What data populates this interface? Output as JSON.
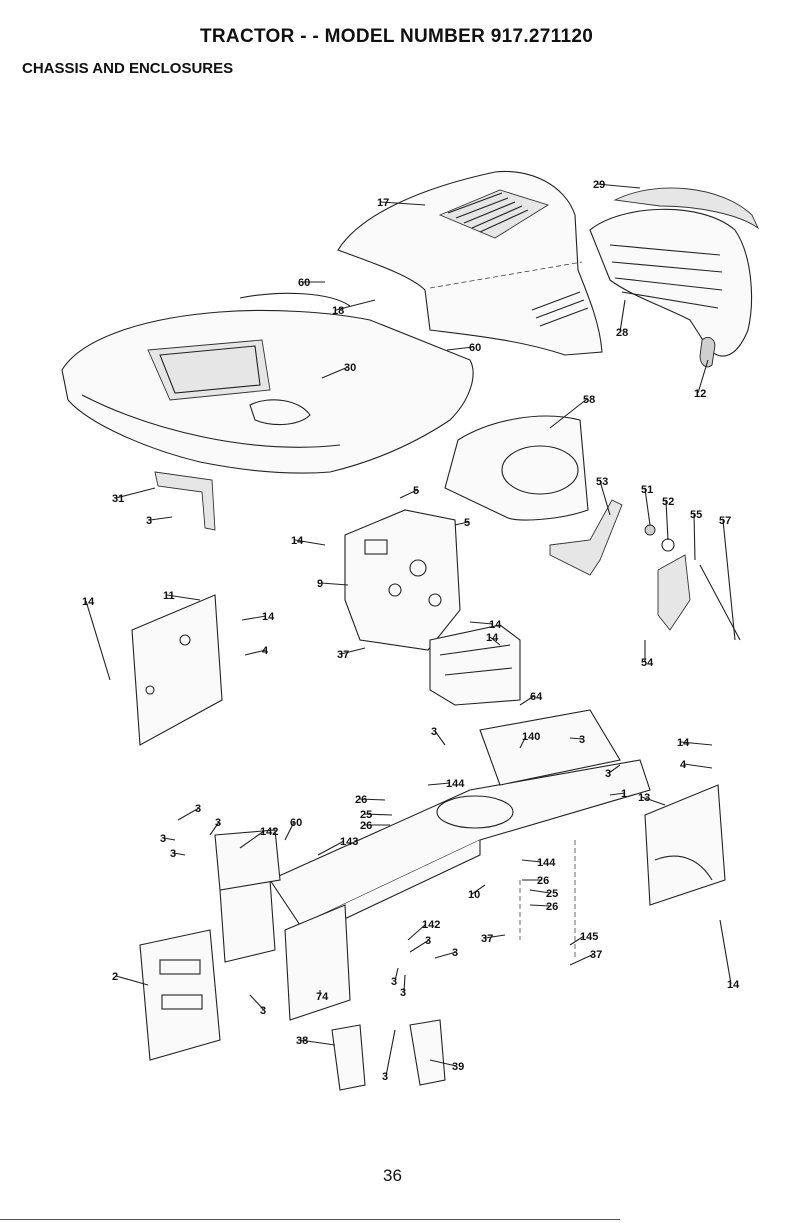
{
  "page": {
    "title": "TRACTOR - - MODEL NUMBER 917.271120",
    "section": "CHASSIS AND ENCLOSURES",
    "page_number": "36"
  },
  "callouts": [
    {
      "id": "hood",
      "label": "17"
    },
    {
      "id": "grille-top",
      "label": "29"
    },
    {
      "id": "bolt-hood",
      "label": "60"
    },
    {
      "id": "hood-bracket",
      "label": "18"
    },
    {
      "id": "grille-housing",
      "label": "28"
    },
    {
      "id": "bolt-fender",
      "label": "60"
    },
    {
      "id": "fender-pan",
      "label": "30"
    },
    {
      "id": "grille-clip",
      "label": "12"
    },
    {
      "id": "engine-cover",
      "label": "58"
    },
    {
      "id": "seat-bracket",
      "label": "31"
    },
    {
      "id": "bolt-seat-bracket",
      "label": "3"
    },
    {
      "id": "nut-dash-a",
      "label": "5"
    },
    {
      "id": "nut-dash-b",
      "label": "5"
    },
    {
      "id": "pivot-arm",
      "label": "53"
    },
    {
      "id": "nut-51",
      "label": "51"
    },
    {
      "id": "washer-52",
      "label": "52"
    },
    {
      "id": "spacer-55",
      "label": "55"
    },
    {
      "id": "bolt-57",
      "label": "57"
    },
    {
      "id": "bolt-dash",
      "label": "14"
    },
    {
      "id": "dash-panel",
      "label": "9"
    },
    {
      "id": "bolts-left-plate",
      "label": "14"
    },
    {
      "id": "left-plate",
      "label": "11"
    },
    {
      "id": "bolt-left-plate",
      "label": "14"
    },
    {
      "id": "washer-left-plate",
      "label": "4"
    },
    {
      "id": "bolt-dash-lower",
      "label": "14"
    },
    {
      "id": "bolt-dash-lower-b",
      "label": "14"
    },
    {
      "id": "rod-37-upper",
      "label": "37"
    },
    {
      "id": "lever-54",
      "label": "54"
    },
    {
      "id": "battery-box",
      "label": "64"
    },
    {
      "id": "bolt-frame-a",
      "label": "3"
    },
    {
      "id": "bolt-140",
      "label": "140"
    },
    {
      "id": "bolt-frame-b",
      "label": "3"
    },
    {
      "id": "bolt-right-plate",
      "label": "14"
    },
    {
      "id": "washer-right-plate",
      "label": "4"
    },
    {
      "id": "bolt-144",
      "label": "144"
    },
    {
      "id": "washer-26-a",
      "label": "26"
    },
    {
      "id": "right-plate-13",
      "label": "13"
    },
    {
      "id": "bracket-1",
      "label": "1"
    },
    {
      "id": "bolt-frame-c",
      "label": "3"
    },
    {
      "id": "washer-25-a",
      "label": "25"
    },
    {
      "id": "washer-26-b",
      "label": "26"
    },
    {
      "id": "bolt-front-a",
      "label": "3"
    },
    {
      "id": "bolt-front-b",
      "label": "3"
    },
    {
      "id": "bolt-front-c",
      "label": "3"
    },
    {
      "id": "bolt-front-d",
      "label": "3"
    },
    {
      "id": "bolt-60-front",
      "label": "60"
    },
    {
      "id": "bolt-142-front",
      "label": "142"
    },
    {
      "id": "bracket-143",
      "label": "143"
    },
    {
      "id": "bolt-144-right",
      "label": "144"
    },
    {
      "id": "washer-26-c",
      "label": "26"
    },
    {
      "id": "washer-25-b",
      "label": "25"
    },
    {
      "id": "washer-26-d",
      "label": "26"
    },
    {
      "id": "bolt-10",
      "label": "10"
    },
    {
      "id": "bolt-142-mid",
      "label": "142"
    },
    {
      "id": "bolt-3-mid",
      "label": "3"
    },
    {
      "id": "bolt-3-mid-b",
      "label": "3"
    },
    {
      "id": "bolt-37-right",
      "label": "37"
    },
    {
      "id": "bolt-145",
      "label": "145"
    },
    {
      "id": "bolt-37-lower",
      "label": "37"
    },
    {
      "id": "bolts-right-plate",
      "label": "14"
    },
    {
      "id": "front-bracket-2",
      "label": "2"
    },
    {
      "id": "bolt-74",
      "label": "74"
    },
    {
      "id": "bolt-3-lower-a",
      "label": "3"
    },
    {
      "id": "bolt-3-lower-b",
      "label": "3"
    },
    {
      "id": "bolt-3-bottom",
      "label": "3"
    },
    {
      "id": "bracket-38",
      "label": "38"
    },
    {
      "id": "bolts-3-bottom",
      "label": "3"
    },
    {
      "id": "bracket-39",
      "label": "39"
    }
  ]
}
